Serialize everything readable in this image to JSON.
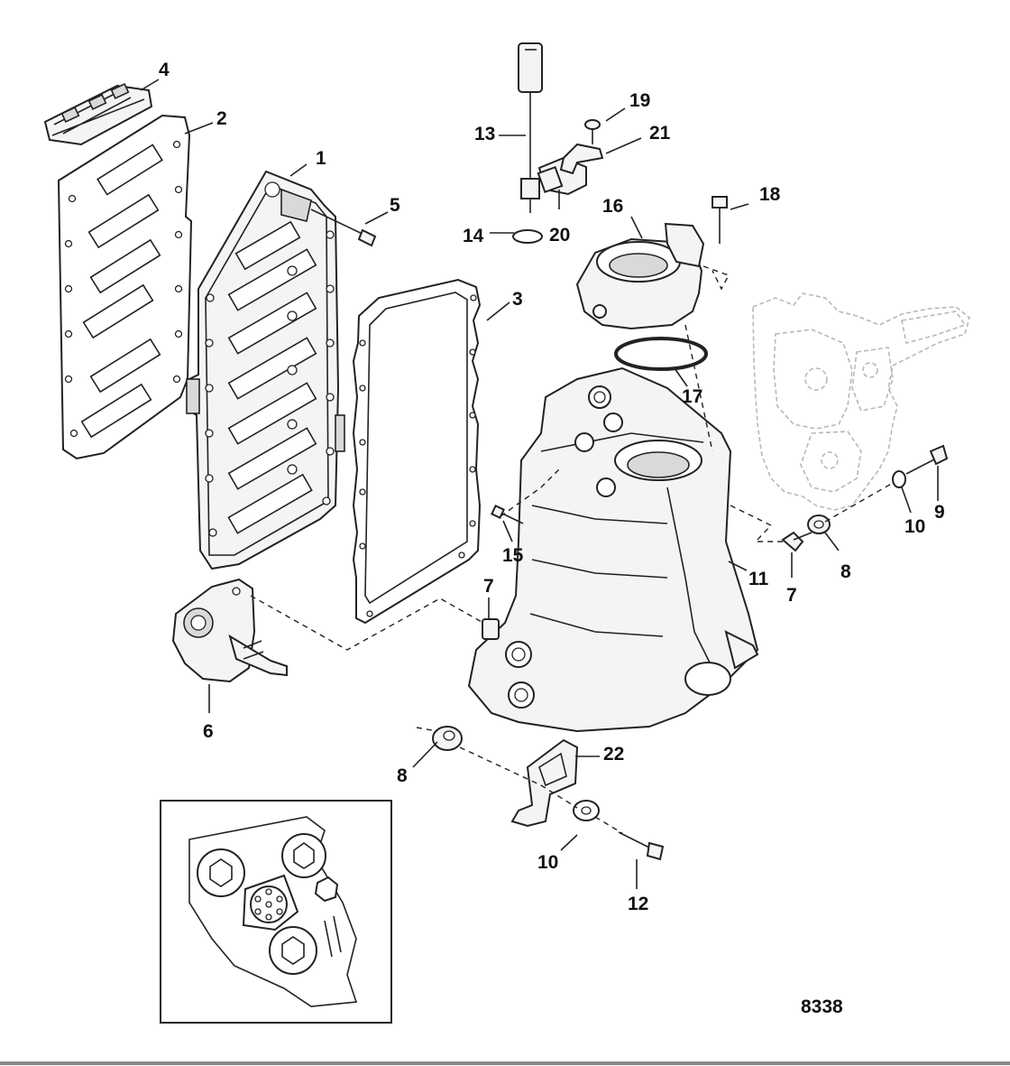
{
  "diagram": {
    "figure_number": "8338",
    "callouts": [
      "1",
      "2",
      "3",
      "4",
      "5",
      "6",
      "7",
      "7",
      "8",
      "8",
      "9",
      "10",
      "10",
      "11",
      "12",
      "13",
      "14",
      "15",
      "16",
      "17",
      "18",
      "19",
      "20",
      "21",
      "22"
    ]
  }
}
